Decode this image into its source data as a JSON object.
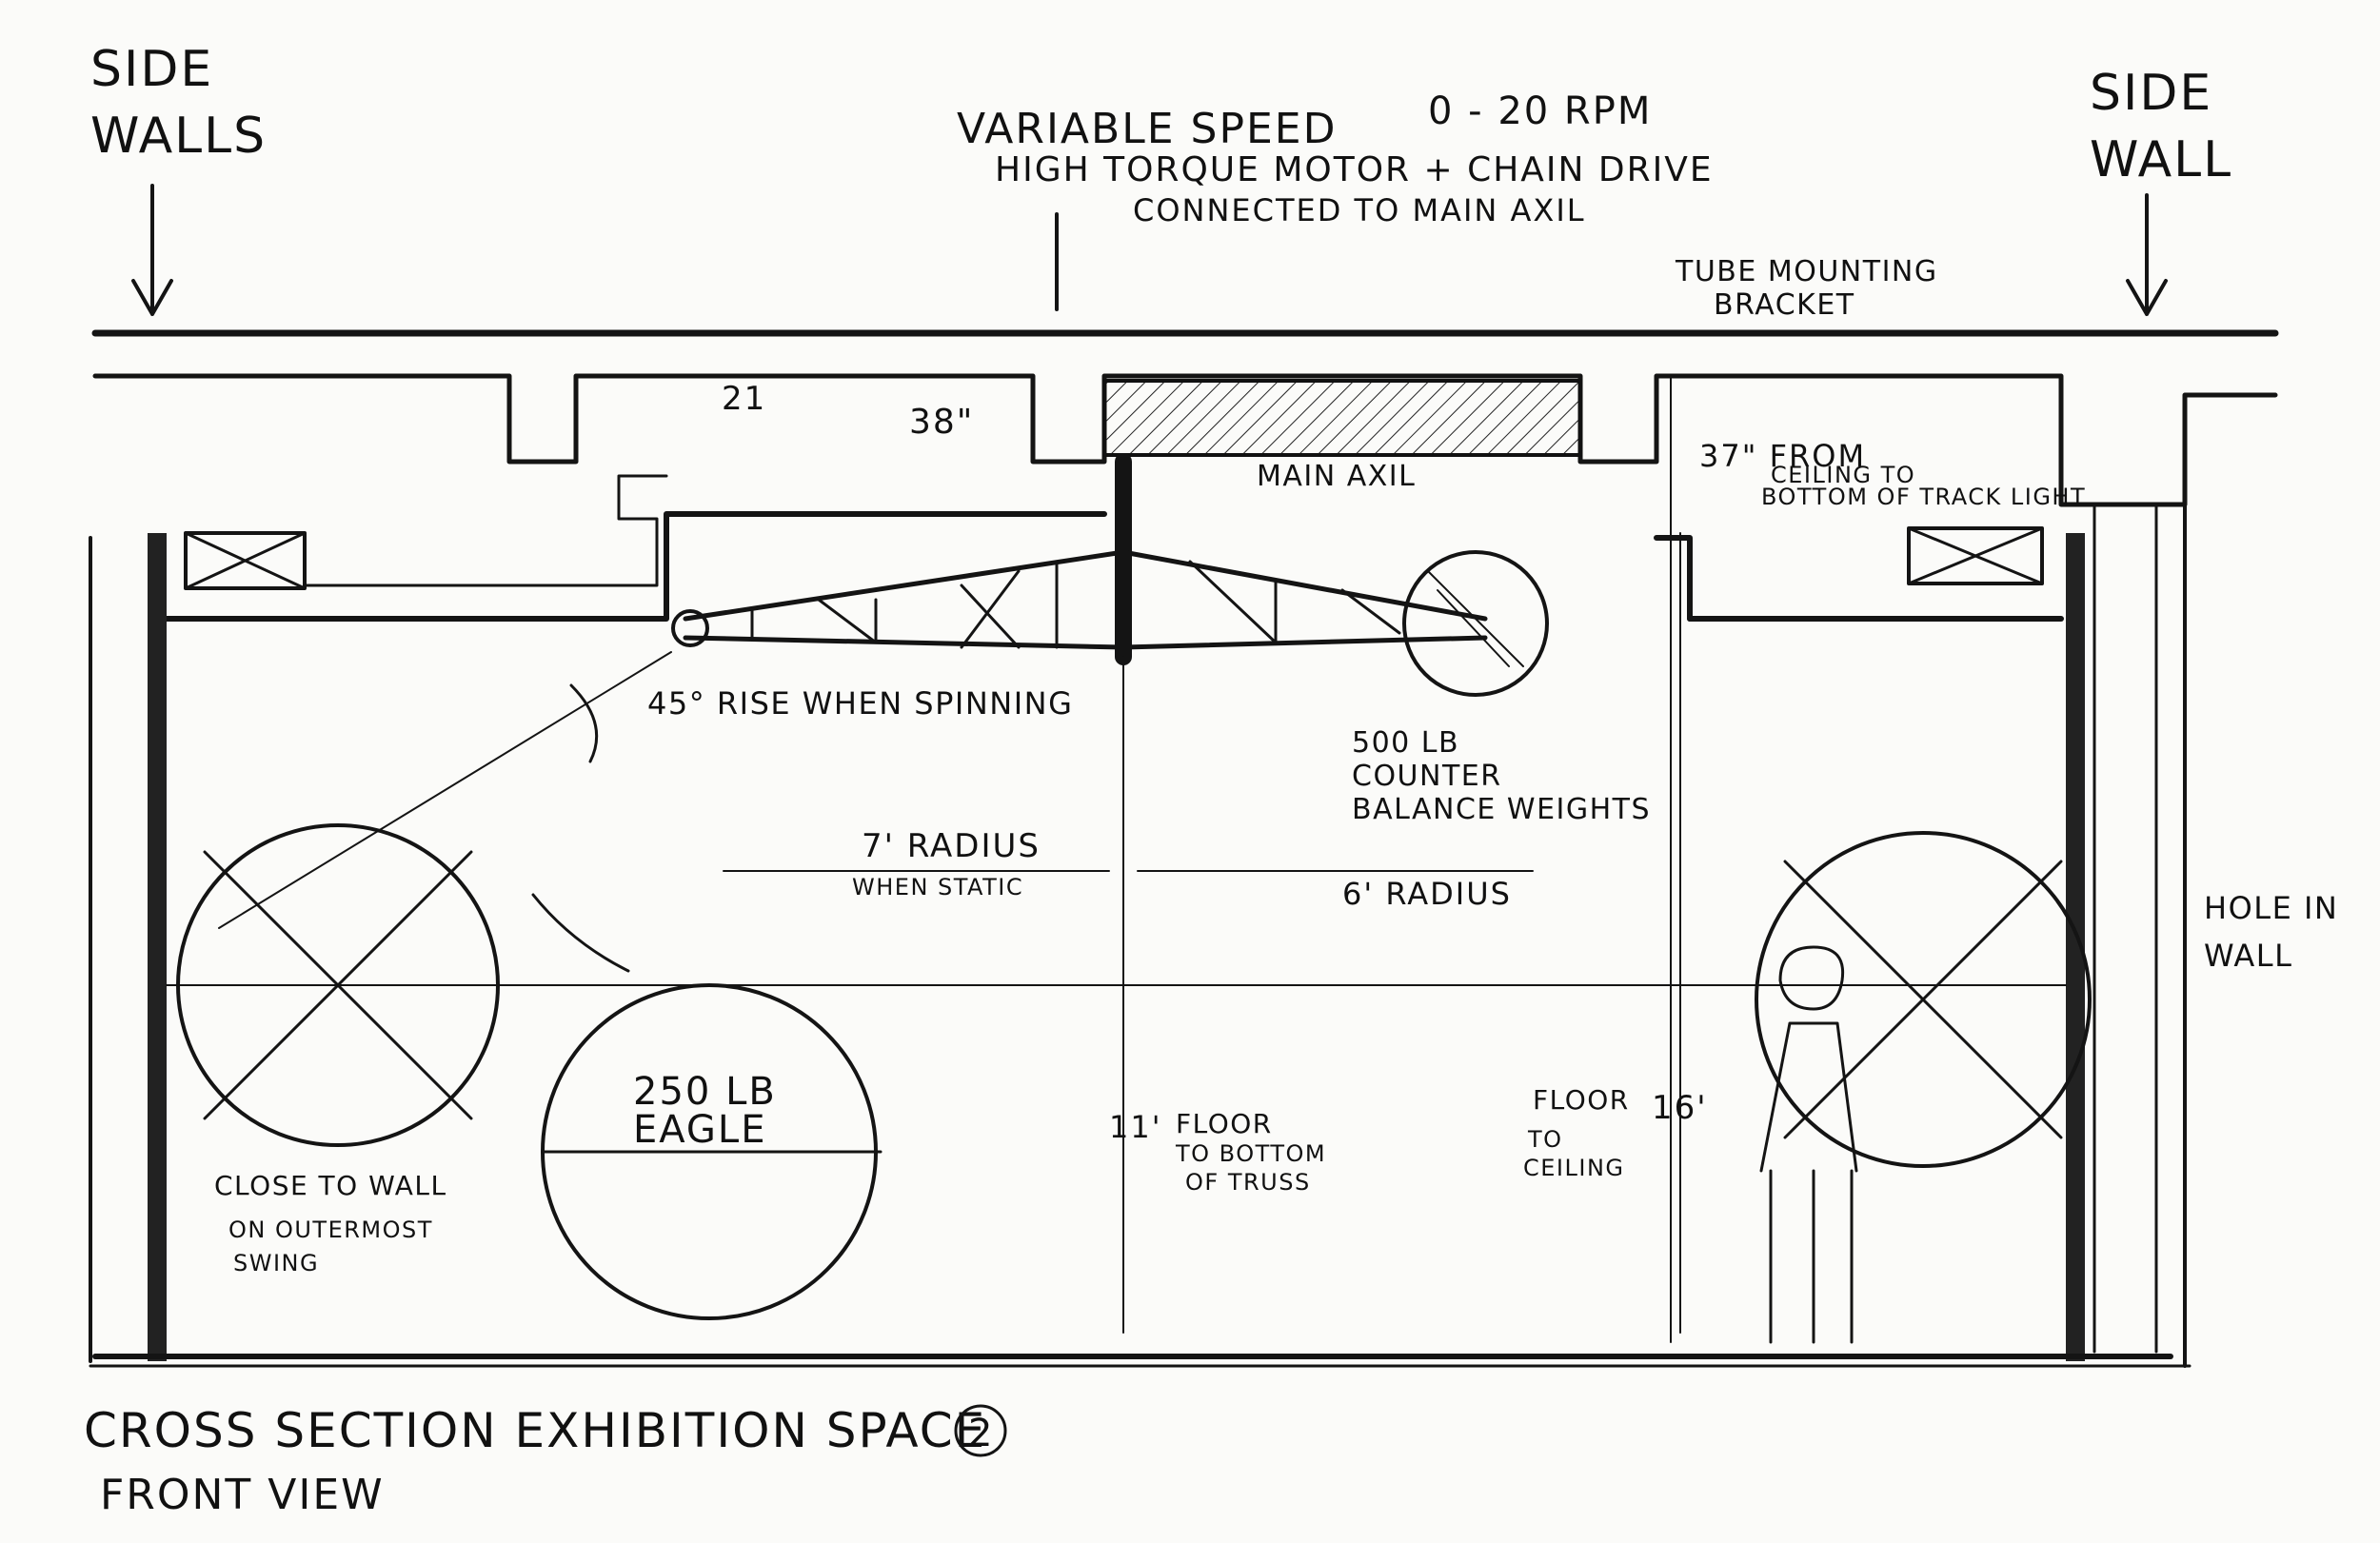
{
  "drawing": {
    "title_line1": "CROSS SECTION EXHIBITION SPACE",
    "title_number": "2",
    "title_line2": "FRONT VIEW"
  },
  "labels": {
    "side_walls": [
      "SIDE",
      "WALLS"
    ],
    "side_wall": [
      "SIDE",
      "WALL"
    ],
    "motor": [
      "VARIABLE SPEED",
      "HIGH TORQUE MOTOR + CHAIN DRIVE",
      "CONNECTED TO MAIN AXIL"
    ],
    "rpm": "0 - 20 RPM",
    "tube_bracket": [
      "TUBE MOUNTING",
      "BRACKET"
    ],
    "main_axil": "MAIN AXIL",
    "dim_21": "21",
    "dim_38": "38\"",
    "track_light": [
      "37\" FROM",
      "CEILING TO",
      "BOTTOM OF TRACK LIGHT"
    ],
    "rise": "45° RISE WHEN SPINNING",
    "counterweight": [
      "500 LB",
      "COUNTER",
      "BALANCE WEIGHTS"
    ],
    "radius_static": [
      "7' RADIUS",
      "WHEN STATIC"
    ],
    "radius_6": "6' RADIUS",
    "hole": [
      "HOLE IN",
      "WALL"
    ],
    "eagle": [
      "250 LB",
      "EAGLE"
    ],
    "floor_truss": [
      "11'",
      "FLOOR",
      "TO BOTTOM",
      "OF TRUSS"
    ],
    "floor_ceiling": [
      "FLOOR",
      "TO",
      "CEILING",
      "16'"
    ],
    "close_wall": [
      "CLOSE TO WALL",
      "ON OUTERMOST",
      "SWING"
    ]
  },
  "colors": {
    "ink": "#141414",
    "paper": "#fbfbf9"
  }
}
